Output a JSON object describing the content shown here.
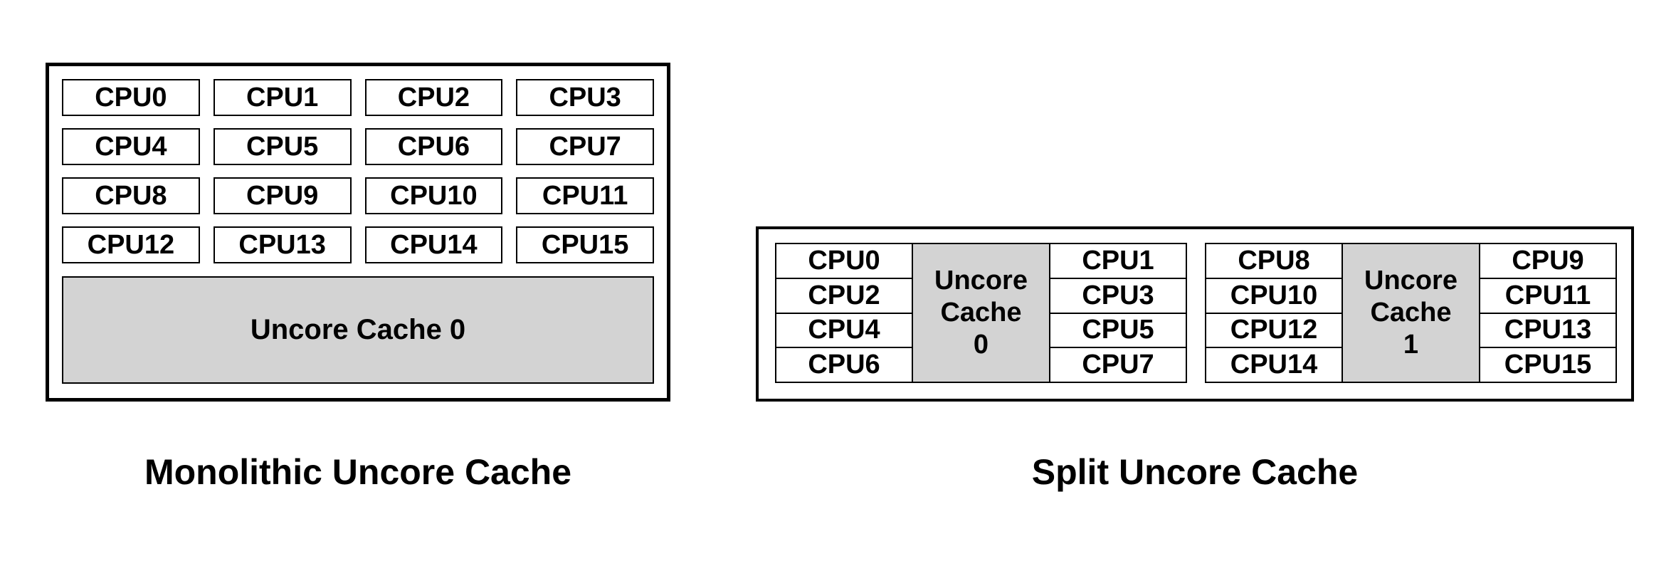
{
  "monolithic": {
    "caption": "Monolithic Uncore Cache",
    "uncore_label": "Uncore Cache 0",
    "cpus": [
      "CPU0",
      "CPU1",
      "CPU2",
      "CPU3",
      "CPU4",
      "CPU5",
      "CPU6",
      "CPU7",
      "CPU8",
      "CPU9",
      "CPU10",
      "CPU11",
      "CPU12",
      "CPU13",
      "CPU14",
      "CPU15"
    ]
  },
  "split": {
    "caption": "Split Uncore Cache",
    "clusters": [
      {
        "left_cpus": [
          "CPU0",
          "CPU2",
          "CPU4",
          "CPU6"
        ],
        "uncore_lines": [
          "Uncore",
          "Cache",
          "0"
        ],
        "right_cpus": [
          "CPU1",
          "CPU3",
          "CPU5",
          "CPU7"
        ]
      },
      {
        "left_cpus": [
          "CPU8",
          "CPU10",
          "CPU12",
          "CPU14"
        ],
        "uncore_lines": [
          "Uncore",
          "Cache",
          "1"
        ],
        "right_cpus": [
          "CPU9",
          "CPU11",
          "CPU13",
          "CPU15"
        ]
      }
    ]
  },
  "colors": {
    "uncore_fill": "#d3d3d3",
    "border": "#000000",
    "page_bg": "#ffffff"
  }
}
